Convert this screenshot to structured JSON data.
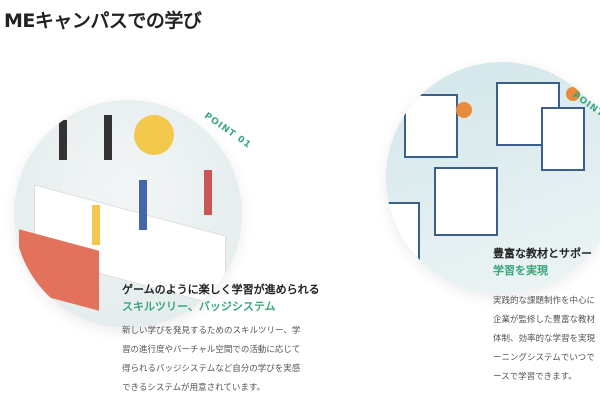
{
  "title": "MEキャンパスでの学び",
  "points": [
    {
      "label": "POINT 01",
      "heading_line1": "ゲームのように楽しく学習が進められる",
      "heading_line2": "スキルツリー、バッジシステム",
      "body": [
        "新しい学びを発見するためのスキルツリー、学",
        "習の進行度やバーチャル空間での活動に応じて",
        "得られるバッジシステムなど自分の学びを実感",
        "できるシステムが用意されています。"
      ]
    },
    {
      "label": "POINT",
      "heading_line1": "豊富な教材とサポー",
      "heading_line2": "学習を実現",
      "body": [
        "実践的な課題制作を中心に",
        "企業が監修した豊富な教材",
        "体制、効率的な学習を実現",
        "ーニングシステムでいつで",
        "ースで学習できます。"
      ]
    }
  ],
  "colors": {
    "accent": "#3aa77a"
  }
}
